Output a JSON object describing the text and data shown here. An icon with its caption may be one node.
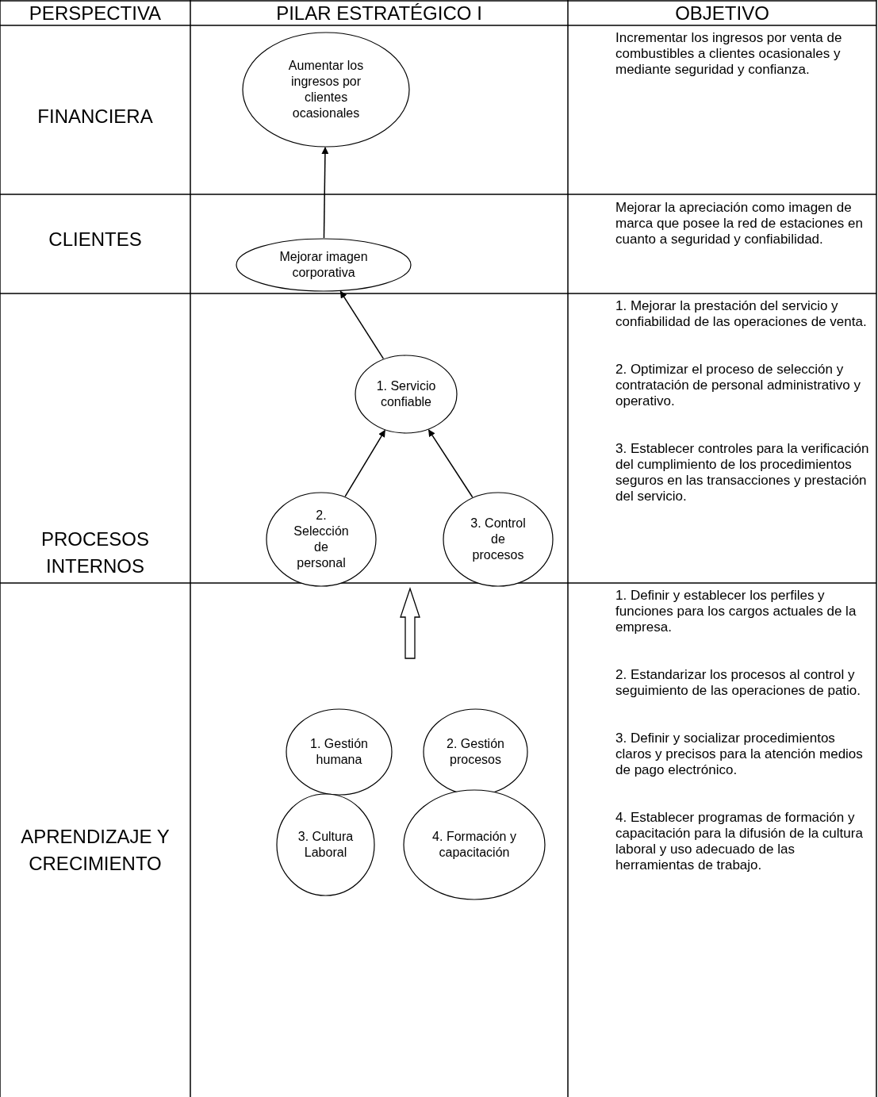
{
  "diagram": {
    "nodes": [
      {
        "text": [
          "Aumentar los ingresos por clientes ocasionales"
        ]
      },
      {
        "text": [
          "Mejorar imagen corporativa"
        ]
      },
      {
        "text": [
          "1. Servicio confiable"
        ]
      },
      {
        "text": [
          "2. Selección de personal"
        ]
      },
      {
        "text": [
          "3. Control de procesos"
        ]
      },
      {
        "text": [
          "1. Gestión humana"
        ]
      },
      {
        "text": [
          "2. Gestión procesos"
        ]
      },
      {
        "text": [
          "3. Cultura Laboral"
        ]
      },
      {
        "text": [
          "4. Formación y capacitación"
        ]
      }
    ],
    "edges": [
      {
        "from": 1,
        "to": 0,
        "arrow": "to"
      },
      {
        "from": 2,
        "to": 1,
        "arrow": "to"
      },
      {
        "from": 3,
        "to": 2,
        "arrow": "to"
      },
      {
        "from": 4,
        "to": 2,
        "arrow": "to"
      }
    ],
    "labels": [
      "PERSPECTIVA",
      "PILAR ESTRATÉGICO I",
      "OBJETIVO",
      "FINANCIERA",
      "Incrementar los ingresos por venta de combustibles a clientes ocasionales y mediante seguridad y confianza.",
      "CLIENTES",
      "Mejorar la apreciación como imagen de marca que posee la red de estaciones en cuanto a seguridad y confiabilidad.",
      "PROCESOS INTERNOS",
      "1. Mejorar la prestación del servicio y confiabilidad de las operaciones de venta.",
      "2. Optimizar el proceso de selección y contratación de personal administrativo y operativo.",
      "3. Establecer controles para la verificación del cumplimiento de los procedimientos seguros en las transacciones y prestación del servicio.",
      "APRENDIZAJE Y CRECIMIENTO",
      "1. Definir y establecer los perfiles y funciones para los cargos actuales de la empresa.",
      "2. Estandarizar los procesos al control y seguimiento de las operaciones de patio.",
      "3. Definir y socializar procedimientos claros y precisos para la atención medios de pago electrónico.",
      "4. Establecer programas de formación y capacitación para la difusión de la cultura laboral y uso adecuado de las herramientas de trabajo."
    ]
  }
}
